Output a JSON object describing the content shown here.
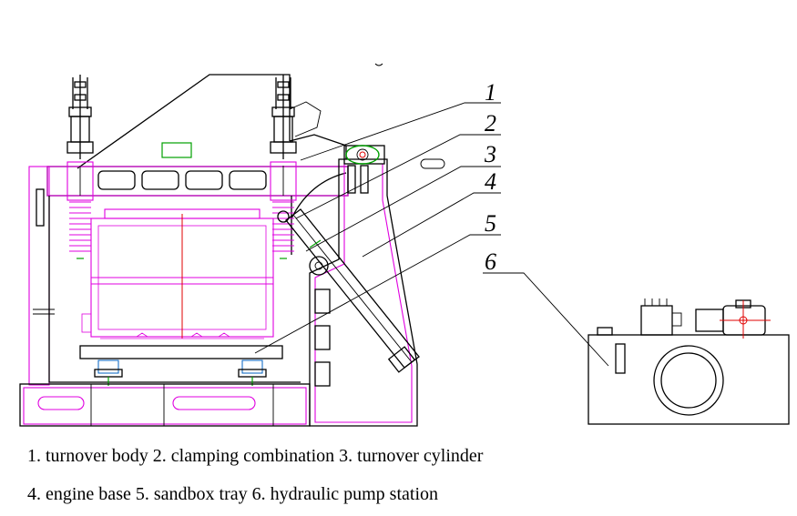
{
  "callouts": [
    "1",
    "2",
    "3",
    "4",
    "5",
    "6"
  ],
  "caption": {
    "line1": "1. turnover body  2. clamping combination  3. turnover cylinder",
    "line2": "4. engine base  5. sandbox tray  6. hydraulic pump station"
  },
  "colors": {
    "outline": "#000000",
    "structure": "#e000e0",
    "centerline": "#e00000",
    "highlight": "#00a000",
    "detail": "#0060c0"
  }
}
